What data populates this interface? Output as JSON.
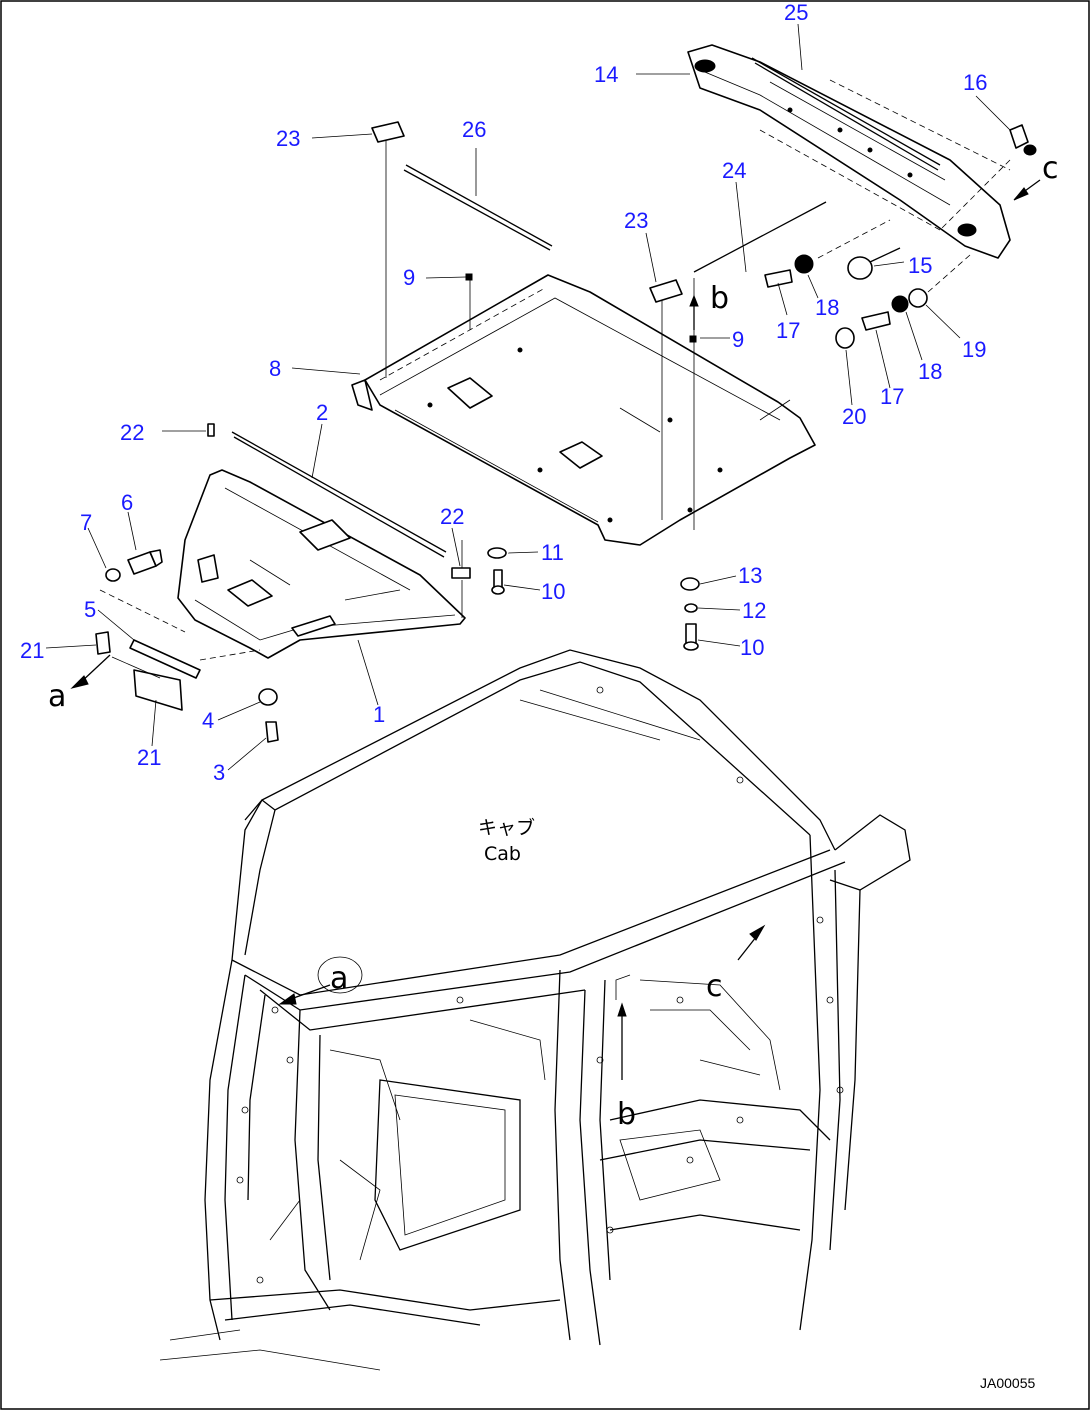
{
  "colors": {
    "callout": "#1a1aff",
    "line": "#000000",
    "background": "#ffffff"
  },
  "callouts": [
    {
      "id": "c25",
      "text": "25"
    },
    {
      "id": "c14",
      "text": "14"
    },
    {
      "id": "c16",
      "text": "16"
    },
    {
      "id": "c23a",
      "text": "23"
    },
    {
      "id": "c26",
      "text": "26"
    },
    {
      "id": "c24",
      "text": "24"
    },
    {
      "id": "c23b",
      "text": "23"
    },
    {
      "id": "c15",
      "text": "15"
    },
    {
      "id": "c9a",
      "text": "9"
    },
    {
      "id": "c18a",
      "text": "18"
    },
    {
      "id": "c17a",
      "text": "17"
    },
    {
      "id": "c9b",
      "text": "9"
    },
    {
      "id": "c19",
      "text": "19"
    },
    {
      "id": "c8",
      "text": "8"
    },
    {
      "id": "c18b",
      "text": "18"
    },
    {
      "id": "c17b",
      "text": "17"
    },
    {
      "id": "c20",
      "text": "20"
    },
    {
      "id": "c22a",
      "text": "22"
    },
    {
      "id": "c2",
      "text": "2"
    },
    {
      "id": "c6",
      "text": "6"
    },
    {
      "id": "c7",
      "text": "7"
    },
    {
      "id": "c22b",
      "text": "22"
    },
    {
      "id": "c11",
      "text": "11"
    },
    {
      "id": "c10a",
      "text": "10"
    },
    {
      "id": "c13",
      "text": "13"
    },
    {
      "id": "c12",
      "text": "12"
    },
    {
      "id": "c10b",
      "text": "10"
    },
    {
      "id": "c5",
      "text": "5"
    },
    {
      "id": "c21a",
      "text": "21"
    },
    {
      "id": "c1",
      "text": "1"
    },
    {
      "id": "c4",
      "text": "4"
    },
    {
      "id": "c21b",
      "text": "21"
    },
    {
      "id": "c3",
      "text": "3"
    }
  ],
  "view_letters": [
    {
      "id": "la1",
      "text": "a"
    },
    {
      "id": "lb1",
      "text": "b"
    },
    {
      "id": "lc1",
      "text": "c"
    },
    {
      "id": "la2",
      "text": "a"
    },
    {
      "id": "lb2",
      "text": "b"
    },
    {
      "id": "lc2",
      "text": "c"
    }
  ],
  "cab_label": {
    "japanese": "キャブ",
    "english": "Cab"
  },
  "drawing_code": "JA00055"
}
